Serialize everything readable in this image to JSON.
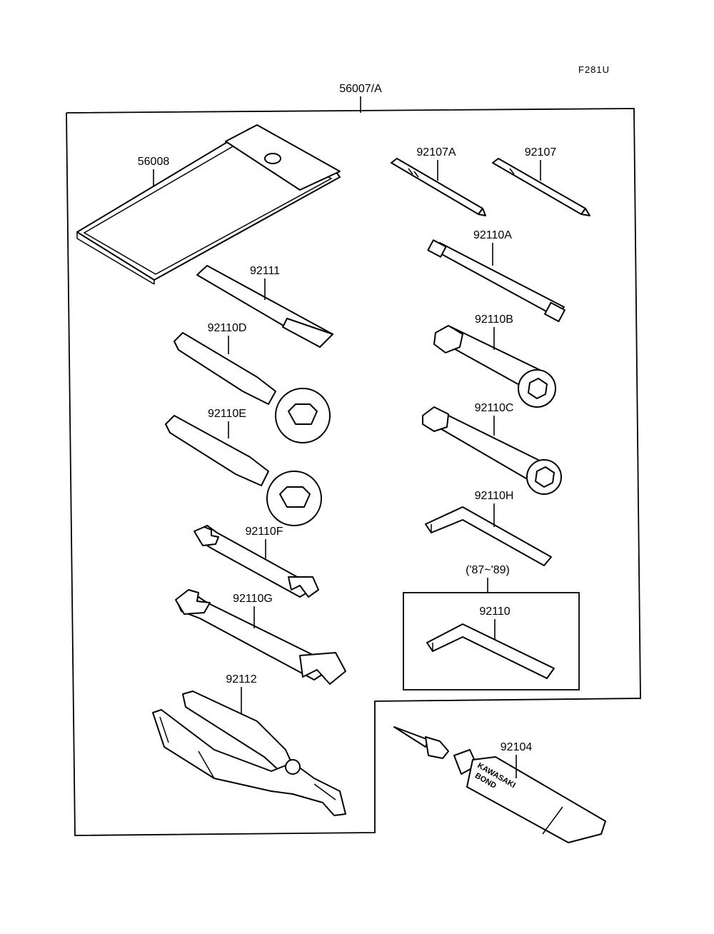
{
  "figure_code": "F281U",
  "kit_label": "56007/A",
  "variant_note": "('87~'89)",
  "tube_print": [
    "KAWASAKI",
    "BOND"
  ],
  "parts": {
    "pouch": "56008",
    "screwdriver_a": "92107A",
    "screwdriver": "92107",
    "plug_wrench_handle": "92111",
    "spoke_wrench": "92110A",
    "ring_wrench_d": "92110D",
    "box_wrench_b": "92110B",
    "ring_wrench_e": "92110E",
    "box_wrench_c": "92110C",
    "hex_wrench_h": "92110H",
    "open_wrench_f": "92110F",
    "open_wrench_g": "92110G",
    "hex_wrench": "92110",
    "pliers": "92112",
    "bond_tube": "92104"
  }
}
